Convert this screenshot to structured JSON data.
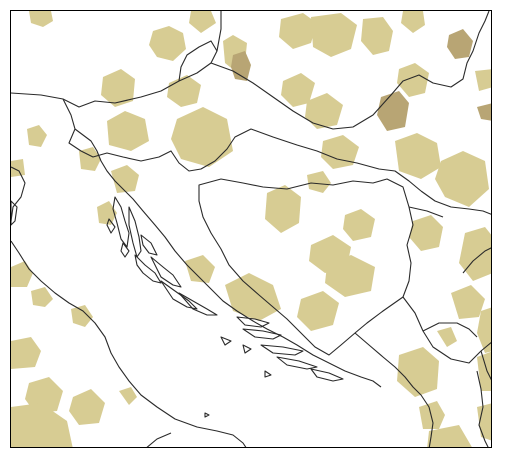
{
  "map": {
    "colors": {
      "background": "#ffffff",
      "frame": "#000000",
      "border_line": "#2a2a2a",
      "coastline": "#2a2a2a",
      "blob_light": "#d7cc93",
      "blob_dark": "#b8a574"
    },
    "features": [
      "country-borders",
      "adriatic-coastline",
      "dalmatian-islands",
      "urban-area-blobs"
    ]
  }
}
